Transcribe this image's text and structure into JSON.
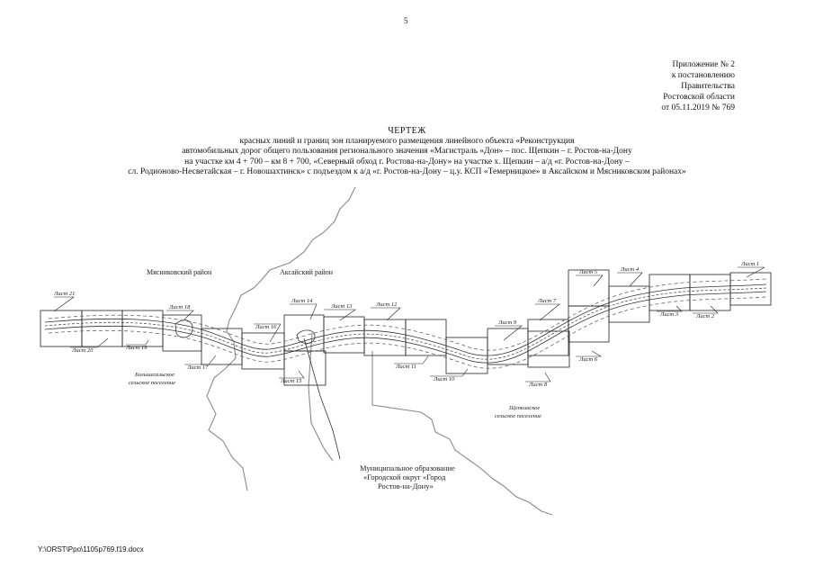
{
  "page_number": "5",
  "approval": {
    "line1": "Приложение № 2",
    "line2": "к постановлению",
    "line3": "Правительства",
    "line4": "Ростовской области",
    "line5": "от 05.11.2019 № 769"
  },
  "title": {
    "heading": "ЧЕРТЕЖ",
    "line1": "красных линий и границ зон планируемого размещения линейного объекта «Реконструкция",
    "line2": "автомобильных дорог общего пользования регионального значения «Магистраль «Дон» – пос. Щепкин – г. Ростов-на-Дону",
    "line3": "на участке км 4 + 700 – км 8 + 700, «Северный обход г. Ростова-на-Дону» на участке х. Щепкин – а/д «г. Ростов-на-Дону –",
    "line4": "сл. Родионово-Несветайская – г. Новошахтинск» с подъездом к а/д «г. Ростов-на-Дону – ц.у. КСП «Темерницкое» в Аксайском и Мясниковском районах»"
  },
  "map": {
    "district_myasnikovsky": "Мясниковский район",
    "district_aksaysky": "Аксайский район",
    "settlement_bolshesalsky_1": "Большесальское",
    "settlement_bolshesalsky_2": "сельское поселение",
    "settlement_shchepkinskoe_1": "Щепкинское",
    "settlement_shchepkinskoe_2": "сельское поселение",
    "muni_1": "Муниципальное образование",
    "muni_2": "«Городской округ «Город",
    "muni_3": "Ростов-на-Дону»",
    "sheets": {
      "s1": "Лист 1",
      "s2": "Лист 2",
      "s3": "Лист 3",
      "s4": "Лист 4",
      "s5": "Лист 5",
      "s6": "Лист 6",
      "s7": "Лист 7",
      "s8": "Лист 8",
      "s9": "Лист 9",
      "s10": "Лист 10",
      "s11": "Лист 11",
      "s12": "Лист 12",
      "s13": "Лист 13",
      "s14": "Лист 14",
      "s15": "Лист 15",
      "s16": "Лист 16",
      "s17": "Лист 17",
      "s18": "Лист 18",
      "s19": "Лист 19",
      "s20": "Лист 20",
      "s21": "Лист 21"
    }
  },
  "footer_path": "Y:\\ORST\\Ppo\\1105p769.f19.docx"
}
